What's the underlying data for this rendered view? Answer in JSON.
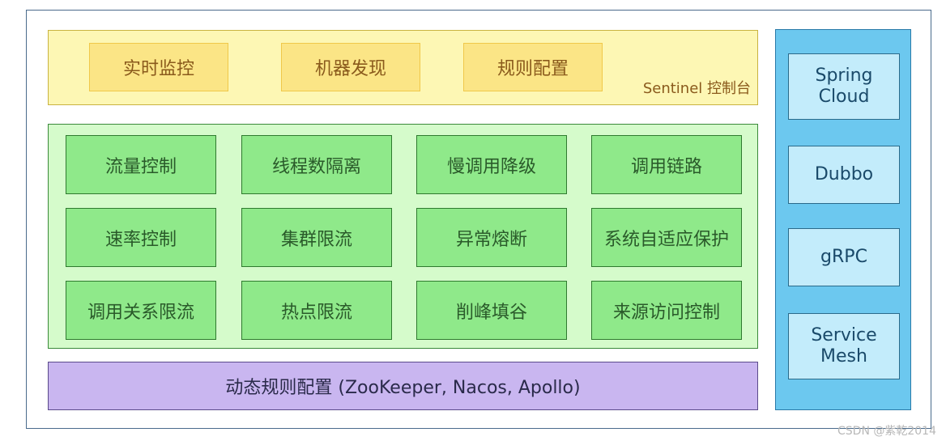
{
  "console": {
    "items": [
      "实时监控",
      "机器发现",
      "规则配置"
    ],
    "label": "Sentinel 控制台"
  },
  "features": {
    "rows": [
      [
        "流量控制",
        "线程数隔离",
        "慢调用降级",
        "调用链路"
      ],
      [
        "速率控制",
        "集群限流",
        "异常熔断",
        "系统自适应保护"
      ],
      [
        "调用关系限流",
        "热点限流",
        "削峰填谷",
        "来源访问控制"
      ]
    ]
  },
  "rules": {
    "label": "动态规则配置 (ZooKeeper, Nacos, Apollo)"
  },
  "frameworks": {
    "items": [
      "Spring\nCloud",
      "Dubbo",
      "gRPC",
      "Service\nMesh"
    ]
  },
  "watermark": "CSDN @紫乾2014"
}
